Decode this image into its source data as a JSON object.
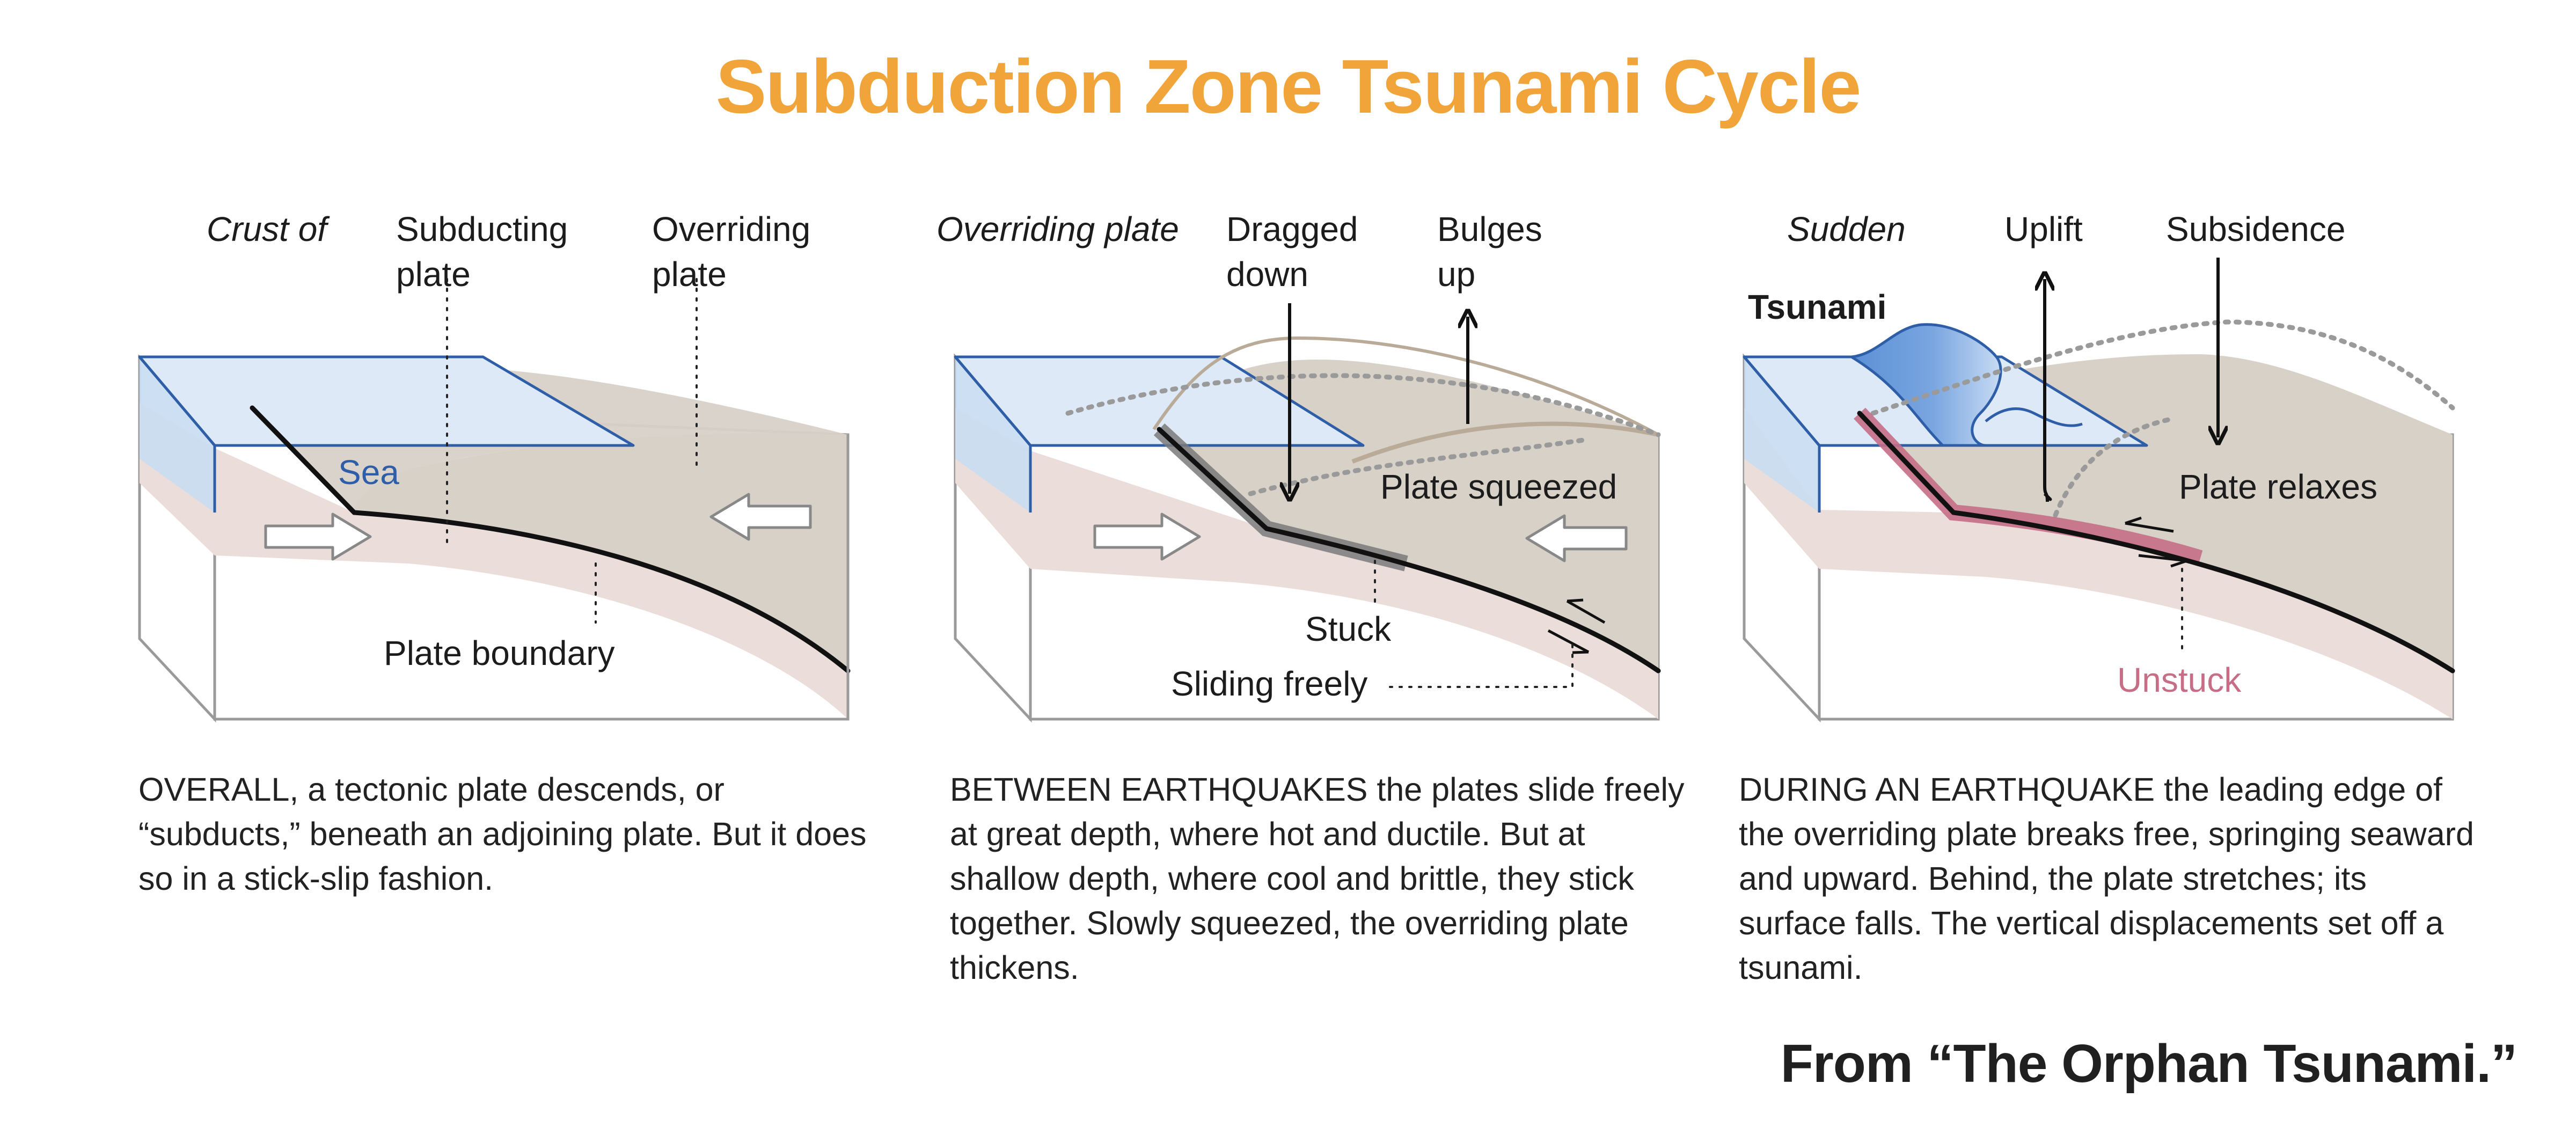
{
  "title": "Subduction Zone Tsunami Cycle",
  "colors": {
    "title": "#f0a43a",
    "sea_fill": "#c9dcf2",
    "sea_edge": "#2f5ea8",
    "overriding_plate": "#d7d1c8",
    "subducting_plate": "#ebdeda",
    "unstuck": "#c56e86",
    "stuck": "#7a7a7a",
    "arrow_fill": "#ffffff"
  },
  "panels": [
    {
      "labels": {
        "crust_of": "Crust of",
        "subducting_plate": "Subducting\nplate",
        "overriding_plate": "Overriding\nplate",
        "sea": "Sea",
        "plate_boundary": "Plate boundary"
      },
      "caption_lead": "OVERALL,",
      "caption_rest": " a tectonic plate descends, or “subducts,” beneath an adjoining plate. But it does so in a stick-slip fashion."
    },
    {
      "labels": {
        "overriding_plate": "Overriding plate",
        "dragged_down": "Dragged\ndown",
        "bulges_up": "Bulges\nup",
        "plate_squeezed": "Plate squeezed",
        "stuck": "Stuck",
        "sliding_freely": "Sliding freely"
      },
      "caption_lead": "BETWEEN EARTHQUAKES",
      "caption_rest": " the plates slide freely at great depth, where hot and ductile.  But at shallow depth, where cool and brittle, they stick together.  Slowly squeezed, the overriding plate thickens."
    },
    {
      "labels": {
        "sudden": "Sudden",
        "uplift": "Uplift",
        "subsidence": "Subsidence",
        "tsunami": "Tsunami",
        "plate_relaxes": "Plate relaxes",
        "unstuck": "Unstuck"
      },
      "caption_lead": "DURING AN EARTHQUAKE",
      "caption_rest": " the leading edge of the overriding plate breaks free, springing seaward and upward.  Behind, the plate stretches; its surface falls.  The vertical displacements set off a tsunami."
    }
  ],
  "source": "From “The Orphan Tsunami.”"
}
